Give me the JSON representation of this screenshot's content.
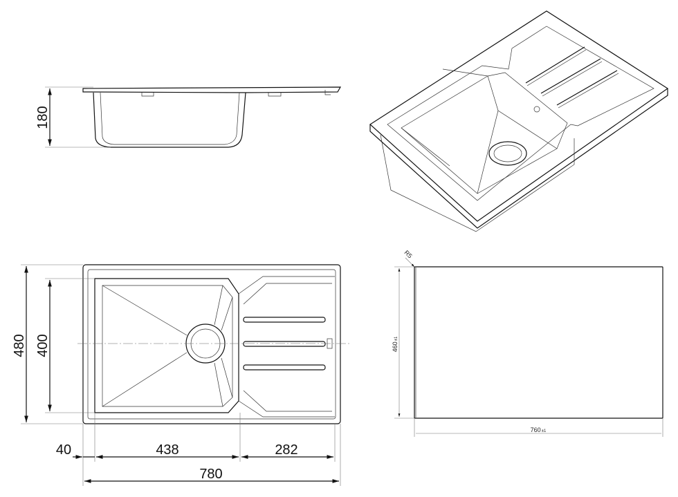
{
  "side_view": {
    "height_label": "180"
  },
  "plan_view": {
    "overall_depth_label": "480",
    "bowl_depth_label": "400",
    "rim_offset_label": "40",
    "bowl_width_label": "438",
    "drainer_width_label": "282",
    "overall_width_label": "780"
  },
  "cutout": {
    "corner_radius_label": "R5",
    "height_label": "460",
    "height_tolerance": "±1",
    "width_label": "760",
    "width_tolerance": "±1"
  }
}
